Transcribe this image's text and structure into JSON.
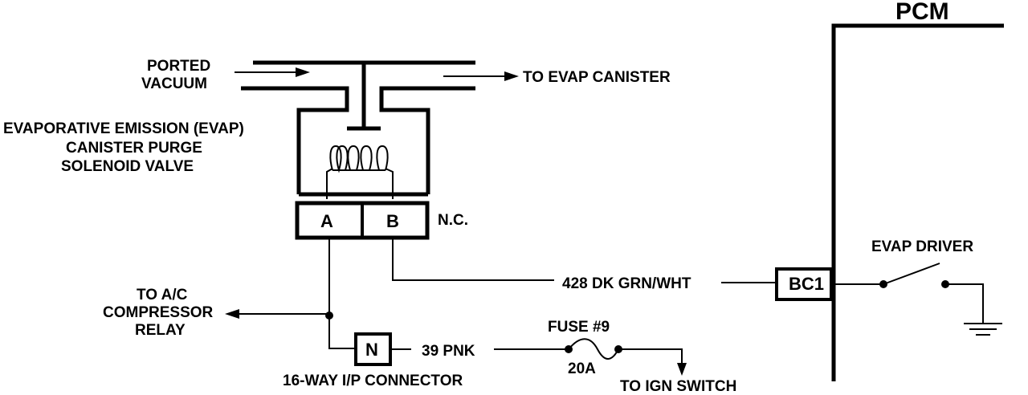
{
  "labels": {
    "pcm": "PCM",
    "ported_vacuum_line1": "PORTED",
    "ported_vacuum_line2": "VACUUM",
    "to_evap_canister": "TO EVAP CANISTER",
    "solenoid_line1": "EVAPORATIVE EMISSION (EVAP)",
    "solenoid_line2": "CANISTER PURGE",
    "solenoid_line3": "SOLENOID VALVE",
    "pin_a": "A",
    "pin_b": "B",
    "nc": "N.C.",
    "wire_428": "428 DK GRN/WHT",
    "bc1": "BC1",
    "evap_driver": "EVAP DRIVER",
    "to_ac_line1": "TO A/C",
    "to_ac_line2": "COMPRESSOR",
    "to_ac_line3": "RELAY",
    "connector_n": "N",
    "wire_39": "39 PNK",
    "connector_16way": "16-WAY I/P CONNECTOR",
    "fuse": "FUSE #9",
    "fuse_rating": "20A",
    "to_ign_switch": "TO IGN SWITCH"
  }
}
